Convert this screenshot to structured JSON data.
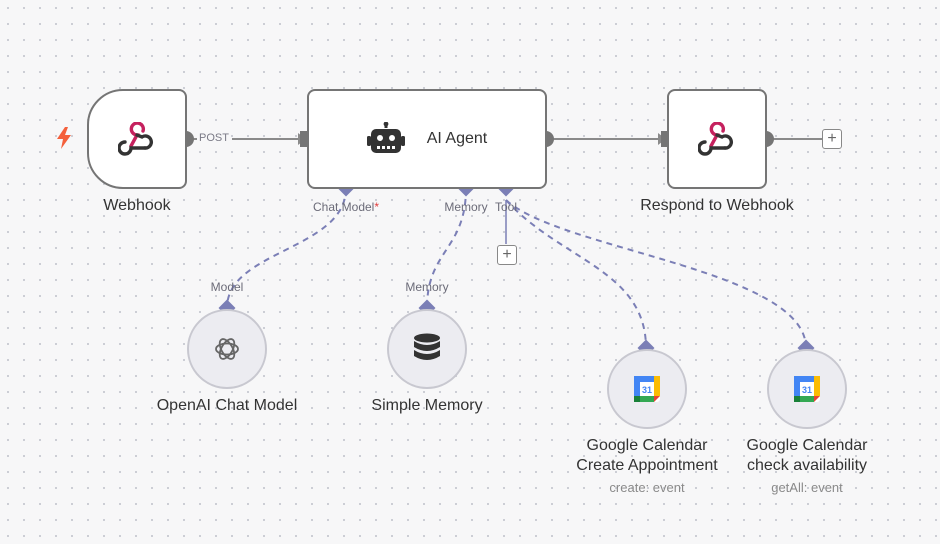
{
  "trigger_indicator": {
    "icon": "bolt-icon",
    "color": "#f4603c"
  },
  "nodes": {
    "webhook": {
      "label": "Webhook",
      "icon": "webhook-icon"
    },
    "ai_agent": {
      "label": "AI Agent",
      "icon": "robot-icon"
    },
    "respond": {
      "label": "Respond to Webhook",
      "icon": "webhook-icon"
    },
    "openai": {
      "label": "OpenAI Chat Model",
      "port_label": "Model",
      "icon": "openai-icon"
    },
    "memory": {
      "label": "Simple Memory",
      "port_label": "Memory",
      "icon": "database-icon"
    },
    "gcal_create": {
      "label_line1": "Google Calendar",
      "label_line2": "Create Appointment",
      "subtitle": "create: event",
      "icon": "google-calendar-icon",
      "day": "31"
    },
    "gcal_check": {
      "label_line1": "Google Calendar",
      "label_line2": "check availability",
      "subtitle": "getAll: event",
      "icon": "google-calendar-icon",
      "day": "31"
    }
  },
  "connection_labels": {
    "webhook_to_agent": "POST"
  },
  "agent_ports": {
    "chat_model": "Chat Model",
    "chat_model_required": "*",
    "memory": "Memory",
    "tool": "Tool"
  },
  "add_buttons": {
    "symbol": "+"
  },
  "colors": {
    "accent_webhook_top": "#c5215e",
    "accent_webhook_bottom": "#333333",
    "connector_purple": "#7b7fb6",
    "node_border": "#757575",
    "wire": "#8a8a8a"
  }
}
